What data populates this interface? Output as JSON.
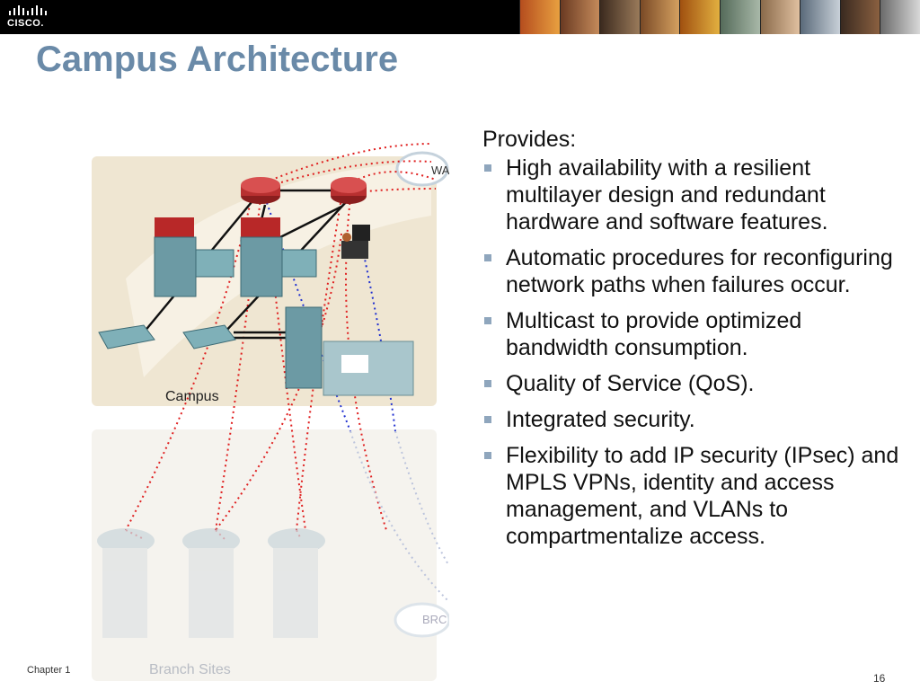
{
  "header": {
    "logo_text": "CISCO.",
    "logo_icon": "cisco-bars-icon"
  },
  "slide": {
    "title": "Campus Architecture",
    "intro": "Provides:",
    "bullets": [
      "High availability with a resilient multilayer design and redundant hardware and software features.",
      "Automatic procedures for reconfiguring network paths when failures occur.",
      "Multicast to provide optimized bandwidth consumption.",
      "Quality of Service (QoS).",
      "Integrated security.",
      "Flexibility to add IP security (IPsec) and MPLS VPNs, identity and access management, and VLANs to compartmentalize access."
    ]
  },
  "diagram": {
    "campus_label": "Campus",
    "branch_label": "Branch Sites",
    "wan_label": "WA",
    "branch_cloud_label": "BRC"
  },
  "footer": {
    "chapter": "Chapter 1",
    "page": "16"
  },
  "colors": {
    "title": "#6a8aa8",
    "bullet": "#8fa6bd",
    "router": "#c23b3b",
    "dotted_red": "#e02020",
    "dotted_blue": "#2030d0"
  }
}
